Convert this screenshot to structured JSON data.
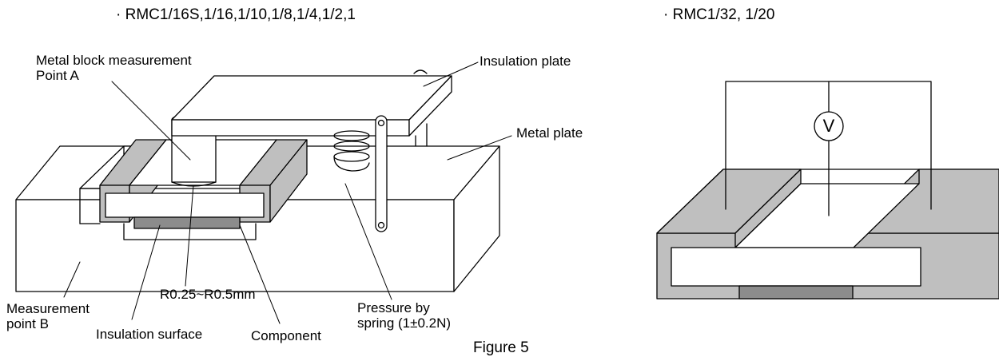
{
  "left_diagram": {
    "title": "· RMC1/16S,1/16,1/10,1/8,1/4,1/2,1",
    "labels": {
      "metal_block_line1": "Metal block measurement",
      "metal_block_line2": "Point A",
      "insulation_plate": "Insulation plate",
      "metal_plate": "Metal plate",
      "measurement_point_line1": "Measurement",
      "measurement_point_line2": "point B",
      "radius": "R0.25~R0.5mm",
      "insulation_surface": "Insulation surface",
      "component": "Component",
      "pressure_line1": "Pressure by",
      "pressure_line2": "spring (1±0.2N)"
    }
  },
  "right_diagram": {
    "title": "· RMC1/32, 1/20",
    "voltmeter_symbol": "V"
  },
  "caption": "Figure 5",
  "colors": {
    "line": "#000000",
    "electrode_gray": "#bfbfbf",
    "resistor_gray": "#8c8c8c",
    "background": "#ffffff"
  }
}
